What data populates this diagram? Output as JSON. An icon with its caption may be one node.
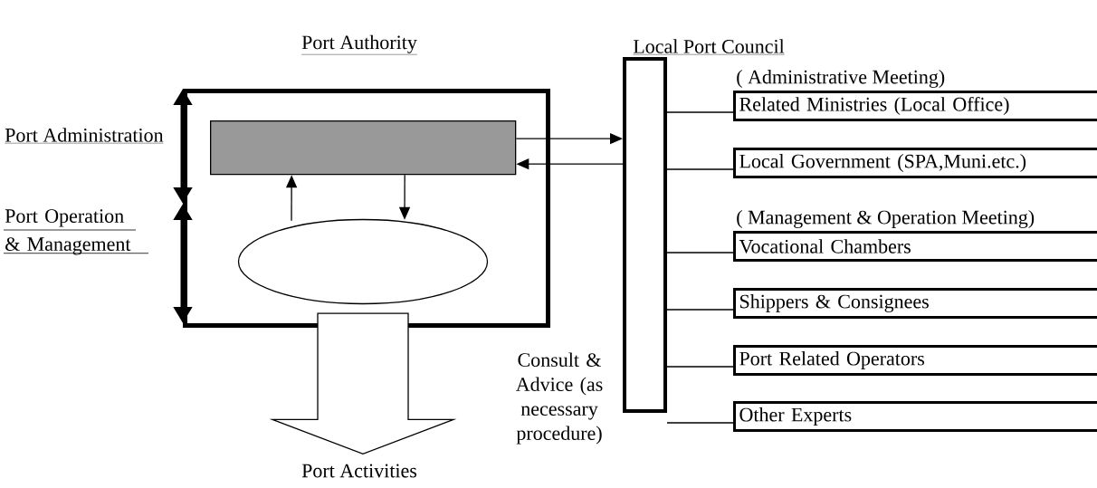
{
  "diagram": {
    "nodes": [
      {
        "text": [
          "Port Authority"
        ]
      },
      {
        "text": [],
        "shape": "box",
        "in": 0
      },
      {
        "text": [],
        "shape": "ellipse",
        "in": 0
      },
      {
        "text": [
          "Local Port Council"
        ]
      },
      {
        "text": [
          "Related Ministries (Local Office)"
        ]
      },
      {
        "text": [
          "Local Government (SPA,Muni.etc.)"
        ]
      },
      {
        "text": [
          "Vocational Chambers"
        ]
      },
      {
        "text": [
          "Shippers & Consignees"
        ]
      },
      {
        "text": [
          "Port Related Operators"
        ]
      },
      {
        "text": [
          "Other Experts"
        ]
      },
      {
        "text": [
          "Port Activities"
        ]
      }
    ],
    "edges": [
      {
        "from": 1,
        "to": 3,
        "arrow": "to"
      },
      {
        "from": 3,
        "to": 1,
        "arrow": "to"
      },
      {
        "from": 2,
        "to": 1,
        "arrow": "to"
      },
      {
        "from": 1,
        "to": 2,
        "arrow": "to"
      },
      {
        "from": 3,
        "to": 4,
        "arrow": "none"
      },
      {
        "from": 3,
        "to": 5,
        "arrow": "none"
      },
      {
        "from": 3,
        "to": 6,
        "arrow": "none"
      },
      {
        "from": 3,
        "to": 7,
        "arrow": "none"
      },
      {
        "from": 3,
        "to": 8,
        "arrow": "none"
      },
      {
        "from": 3,
        "to": 9,
        "arrow": "none"
      },
      {
        "from": 2,
        "to": 10,
        "arrow": "to"
      }
    ],
    "labels": [
      "Port Administration",
      "Port Operation & Management",
      "(    Administrative Meeting)",
      "(    Management & Operation Meeting)",
      "Consult & Advice (as necessary procedure)"
    ]
  }
}
